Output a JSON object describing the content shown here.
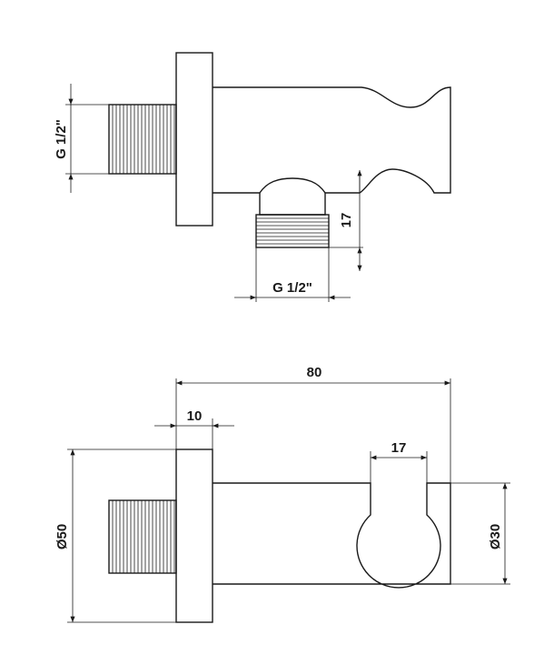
{
  "top_view": {
    "thread_inlet_label": "G 1/2\"",
    "thread_outlet_label": "G 1/2\"",
    "outlet_height_label": "17"
  },
  "side_view": {
    "overall_length_label": "80",
    "flange_thickness_label": "10",
    "holder_opening_label": "17",
    "flange_diameter_label": "Ø50",
    "body_diameter_label": "Ø30"
  }
}
